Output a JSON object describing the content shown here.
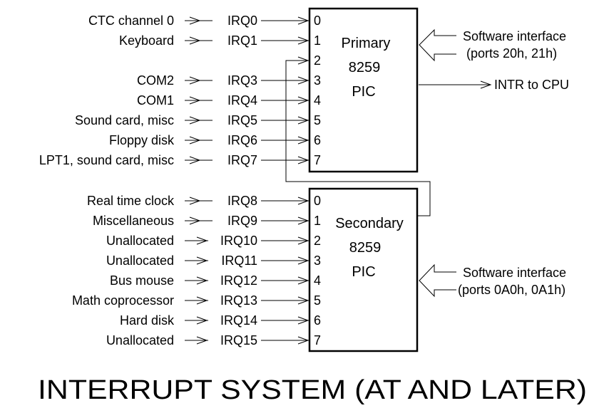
{
  "title": "INTERRUPT SYSTEM (AT AND LATER)",
  "primary": {
    "name_lines": [
      "Primary",
      "8259",
      "PIC"
    ],
    "software_interface": [
      "Software interface",
      "(ports 20h, 21h)"
    ],
    "output": "INTR to CPU",
    "inputs": [
      {
        "pin": "0",
        "source": "CTC channel 0",
        "irq": "IRQ0"
      },
      {
        "pin": "1",
        "source": "Keyboard",
        "irq": "IRQ1"
      },
      {
        "pin": "2",
        "source": "",
        "irq": "",
        "cascade": true
      },
      {
        "pin": "3",
        "source": "COM2",
        "irq": "IRQ3"
      },
      {
        "pin": "4",
        "source": "COM1",
        "irq": "IRQ4"
      },
      {
        "pin": "5",
        "source": "Sound card, misc",
        "irq": "IRQ5"
      },
      {
        "pin": "6",
        "source": "Floppy disk",
        "irq": "IRQ6"
      },
      {
        "pin": "7",
        "source": "LPT1, sound card, misc",
        "irq": "IRQ7"
      }
    ]
  },
  "secondary": {
    "name_lines": [
      "Secondary",
      "8259",
      "PIC"
    ],
    "software_interface": [
      "Software interface",
      "(ports 0A0h, 0A1h)"
    ],
    "inputs": [
      {
        "pin": "0",
        "source": "Real time clock",
        "irq": "IRQ8"
      },
      {
        "pin": "1",
        "source": "Miscellaneous",
        "irq": "IRQ9"
      },
      {
        "pin": "2",
        "source": "Unallocated",
        "irq": "IRQ10"
      },
      {
        "pin": "3",
        "source": "Unallocated",
        "irq": "IRQ11"
      },
      {
        "pin": "4",
        "source": "Bus mouse",
        "irq": "IRQ12"
      },
      {
        "pin": "5",
        "source": "Math coprocessor",
        "irq": "IRQ13"
      },
      {
        "pin": "6",
        "source": "Hard disk",
        "irq": "IRQ14"
      },
      {
        "pin": "7",
        "source": "Unallocated",
        "irq": "IRQ15"
      }
    ]
  }
}
